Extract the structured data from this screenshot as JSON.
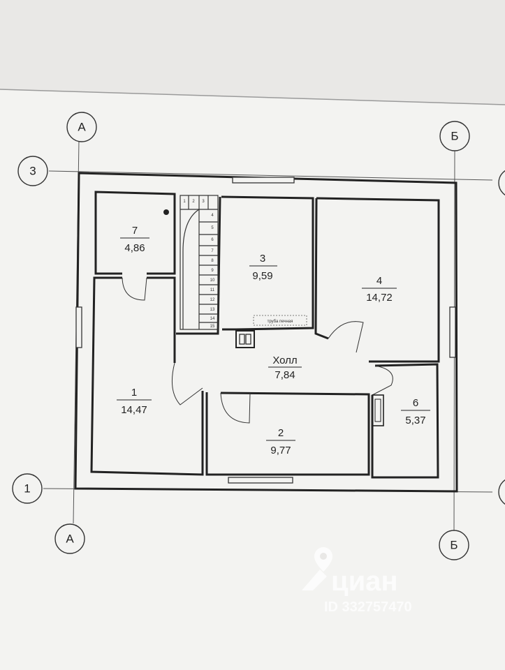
{
  "axes": {
    "vertical": [
      "А",
      "Б"
    ],
    "horizontal": [
      "3",
      "1"
    ]
  },
  "rooms": [
    {
      "id": "7",
      "number": "7",
      "area": "4,86"
    },
    {
      "id": "3",
      "number": "3",
      "area": "9,59"
    },
    {
      "id": "4",
      "number": "4",
      "area": "14,72"
    },
    {
      "id": "hall",
      "number": "Холл",
      "area": "7,84"
    },
    {
      "id": "1",
      "number": "1",
      "area": "14,47"
    },
    {
      "id": "2",
      "number": "2",
      "area": "9,77"
    },
    {
      "id": "6",
      "number": "6",
      "area": "5,37"
    }
  ],
  "stairs": {
    "steps": [
      "1",
      "2",
      "3",
      "4",
      "5",
      "6",
      "7",
      "8",
      "9",
      "10",
      "11",
      "12",
      "13",
      "14",
      "15"
    ]
  },
  "chimney_label": "труба печная",
  "watermark": {
    "brand": "циан",
    "id": "ID 332757470",
    "icon": "location-pin-icon"
  }
}
